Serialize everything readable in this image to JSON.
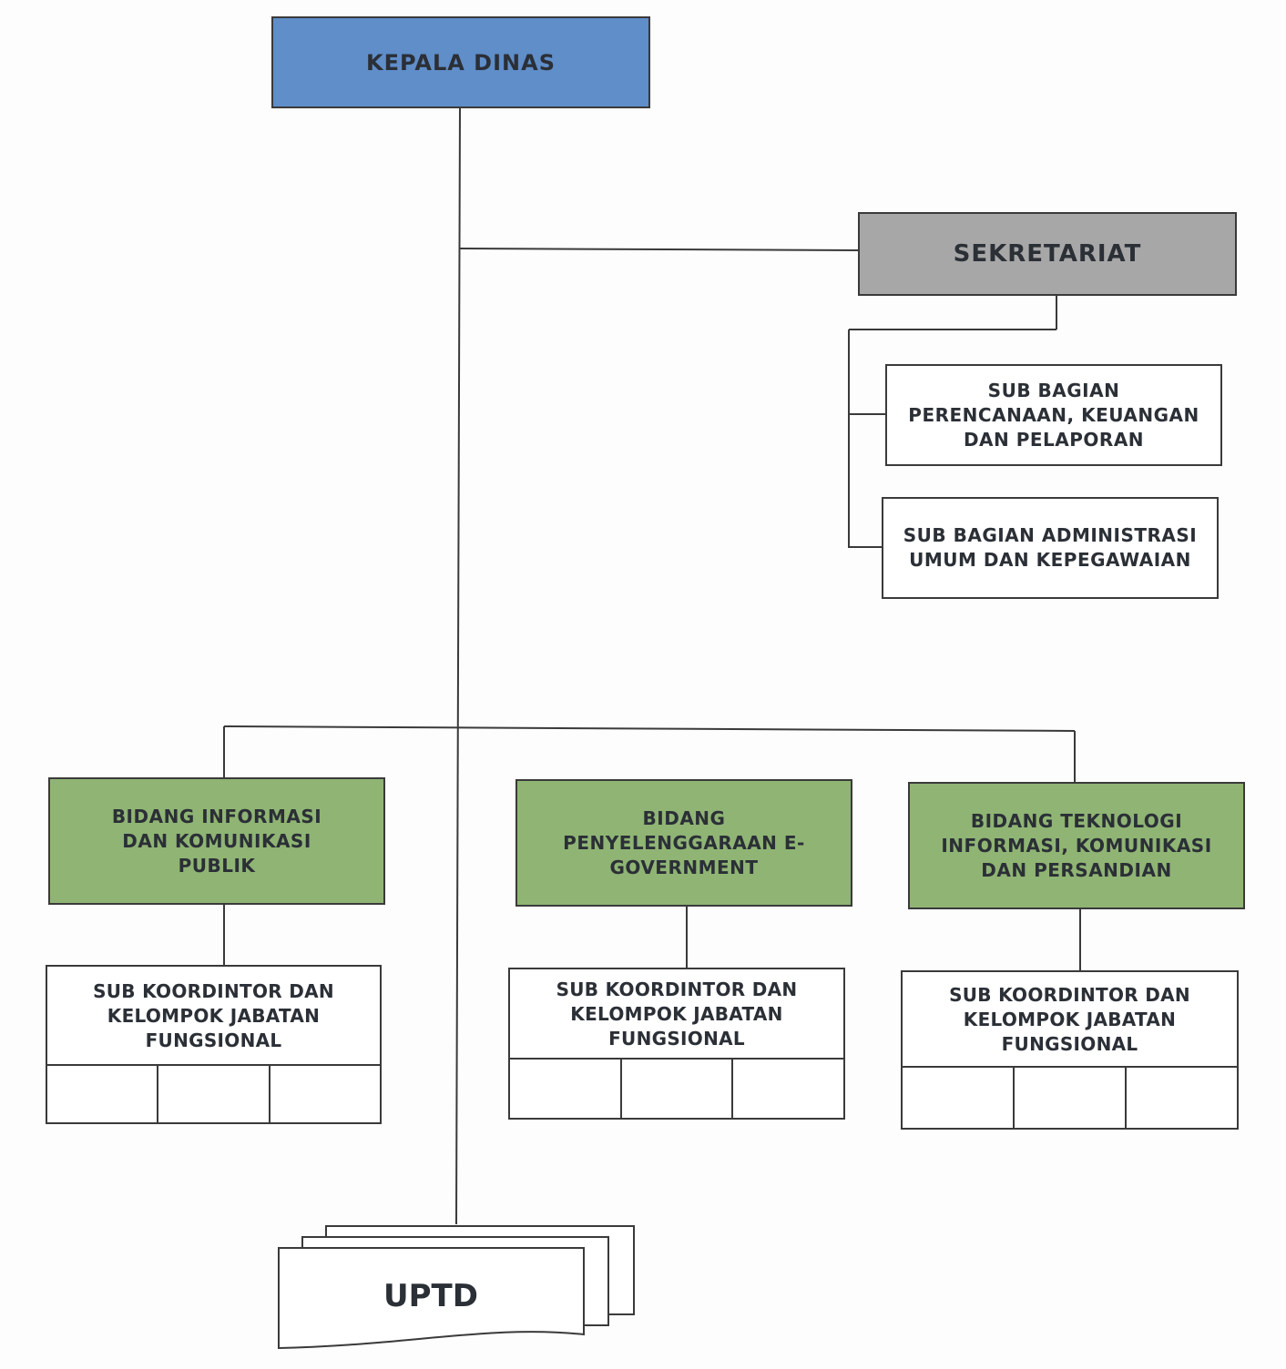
{
  "kepala": {
    "label": "KEPALA DINAS"
  },
  "sekretariat": {
    "label": "SEKRETARIAT",
    "sub_bagian": [
      {
        "label": "SUB BAGIAN PERENCANAAN, KEUANGAN DAN PELAPORAN"
      },
      {
        "label": "SUB BAGIAN ADMINISTRASI UMUM DAN KEPEGAWAIAN"
      }
    ]
  },
  "bidang": [
    {
      "label": "BIDANG INFORMASI DAN KOMUNIKASI PUBLIK",
      "sub_label": "SUB KOORDINTOR DAN KELOMPOK JABATAN FUNGSIONAL"
    },
    {
      "label": "BIDANG PENYELENGGARAAN E-GOVERNMENT",
      "sub_label": "SUB KOORDINTOR DAN KELOMPOK JABATAN FUNGSIONAL"
    },
    {
      "label": "BIDANG TEKNOLOGI INFORMASI, KOMUNIKASI DAN PERSANDIAN",
      "sub_label": "SUB KOORDINTOR DAN KELOMPOK JABATAN FUNGSIONAL"
    }
  ],
  "uptd": {
    "label": "UPTD"
  },
  "colors": {
    "kepala_fill": "#5f8ec9",
    "sekretariat_fill": "#a7a7a7",
    "bidang_fill": "#8fb474",
    "line": "#3a3a3a"
  }
}
